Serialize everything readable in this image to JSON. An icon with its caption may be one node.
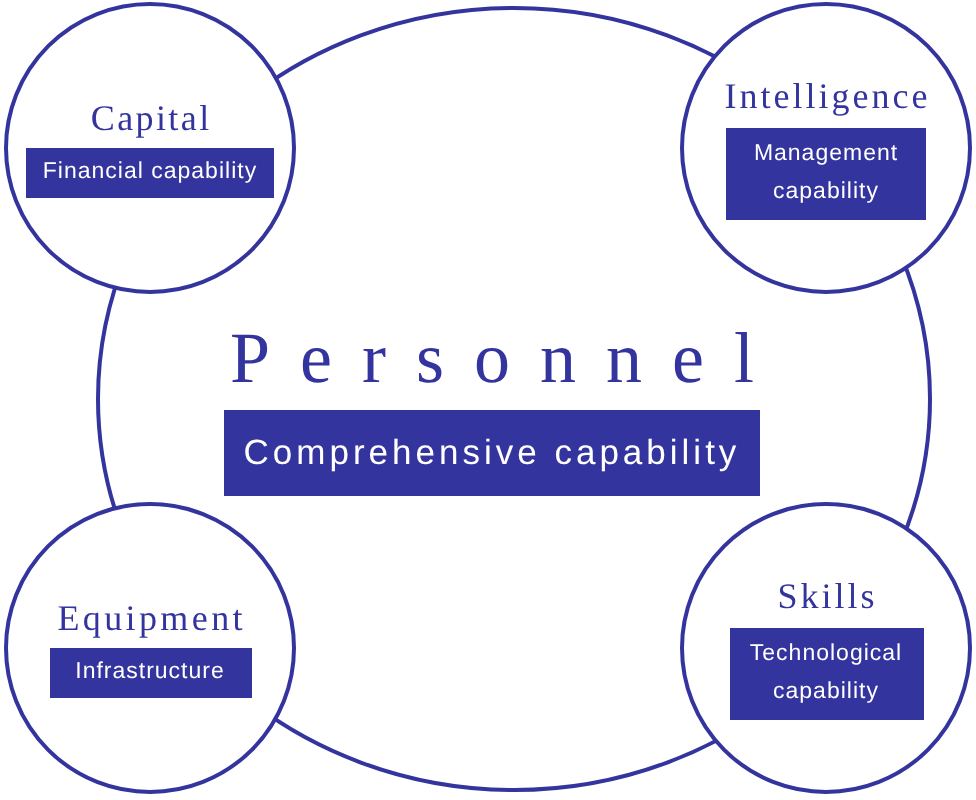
{
  "diagram": {
    "nodes": [
      {
        "text": [
          "Capital",
          "Financial capability"
        ]
      },
      {
        "text": [
          "Intelligence",
          "Management capability"
        ]
      },
      {
        "text": [
          "Personnel",
          "Comprehensive capability"
        ]
      },
      {
        "text": [
          "Equipment",
          "Infrastructure"
        ]
      },
      {
        "text": [
          "Skills",
          "Technological capability"
        ]
      }
    ]
  }
}
